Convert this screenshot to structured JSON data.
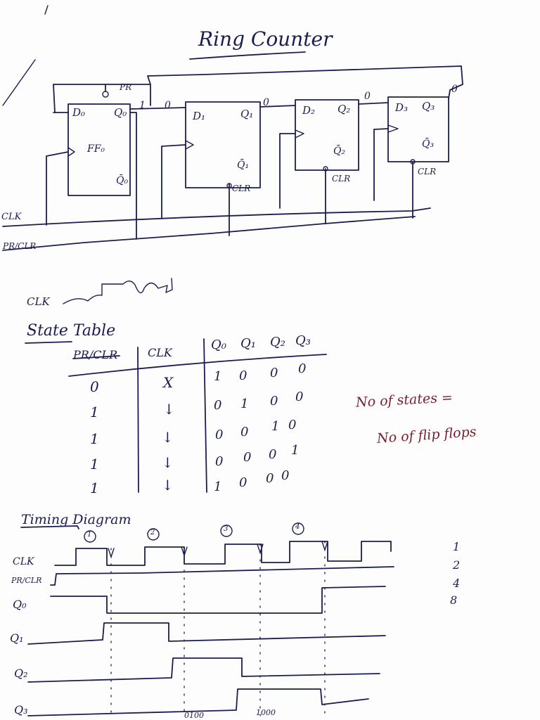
{
  "title": "Ring Counter",
  "circuit": {
    "flipflops": [
      {
        "d": "D₀",
        "q": "Q₀",
        "qbar": "Q̄₀",
        "name": "FF₀",
        "out": "1"
      },
      {
        "d": "D₁",
        "q": "Q₁",
        "qbar": "Q̄₁",
        "out": "0"
      },
      {
        "d": "D₂",
        "q": "Q₂",
        "qbar": "Q̄₂",
        "out": "0"
      },
      {
        "d": "D₃",
        "q": "Q₃",
        "qbar": "Q̄₃",
        "out": "0"
      }
    ],
    "pr": "PR",
    "clr_pin": "CLR",
    "wire_value": "0",
    "clk_line": "CLK",
    "prclr_line": "PR/CLR",
    "clk_symbol": "CLK"
  },
  "state_table": {
    "heading": "State Table",
    "headers": [
      "PR/CLR",
      "CLK",
      "Q₀",
      "Q₁",
      "Q₂",
      "Q₃"
    ],
    "rows": [
      [
        "0",
        "X",
        "1",
        "0",
        "0",
        "0"
      ],
      [
        "1",
        "↓",
        "0",
        "1",
        "0",
        "0"
      ],
      [
        "1",
        "↓",
        "0",
        "0",
        "1",
        "0"
      ],
      [
        "1",
        "↓",
        "0",
        "0",
        "0",
        "1"
      ],
      [
        "1",
        "↓",
        "1",
        "0",
        "0",
        "0"
      ]
    ]
  },
  "note": {
    "line1": "No of states =",
    "line2": "No of flip flops"
  },
  "timing": {
    "heading": "Timing Diagram",
    "pulse_labels": [
      "1",
      "2",
      "3",
      "4"
    ],
    "signals": [
      "CLK",
      "PR/CLR",
      "Q₀",
      "Q₁",
      "Q₂",
      "Q₃"
    ],
    "bottom_values": [
      "0100",
      "1000"
    ]
  },
  "side_numbers": [
    "1",
    "2",
    "4",
    "8"
  ]
}
